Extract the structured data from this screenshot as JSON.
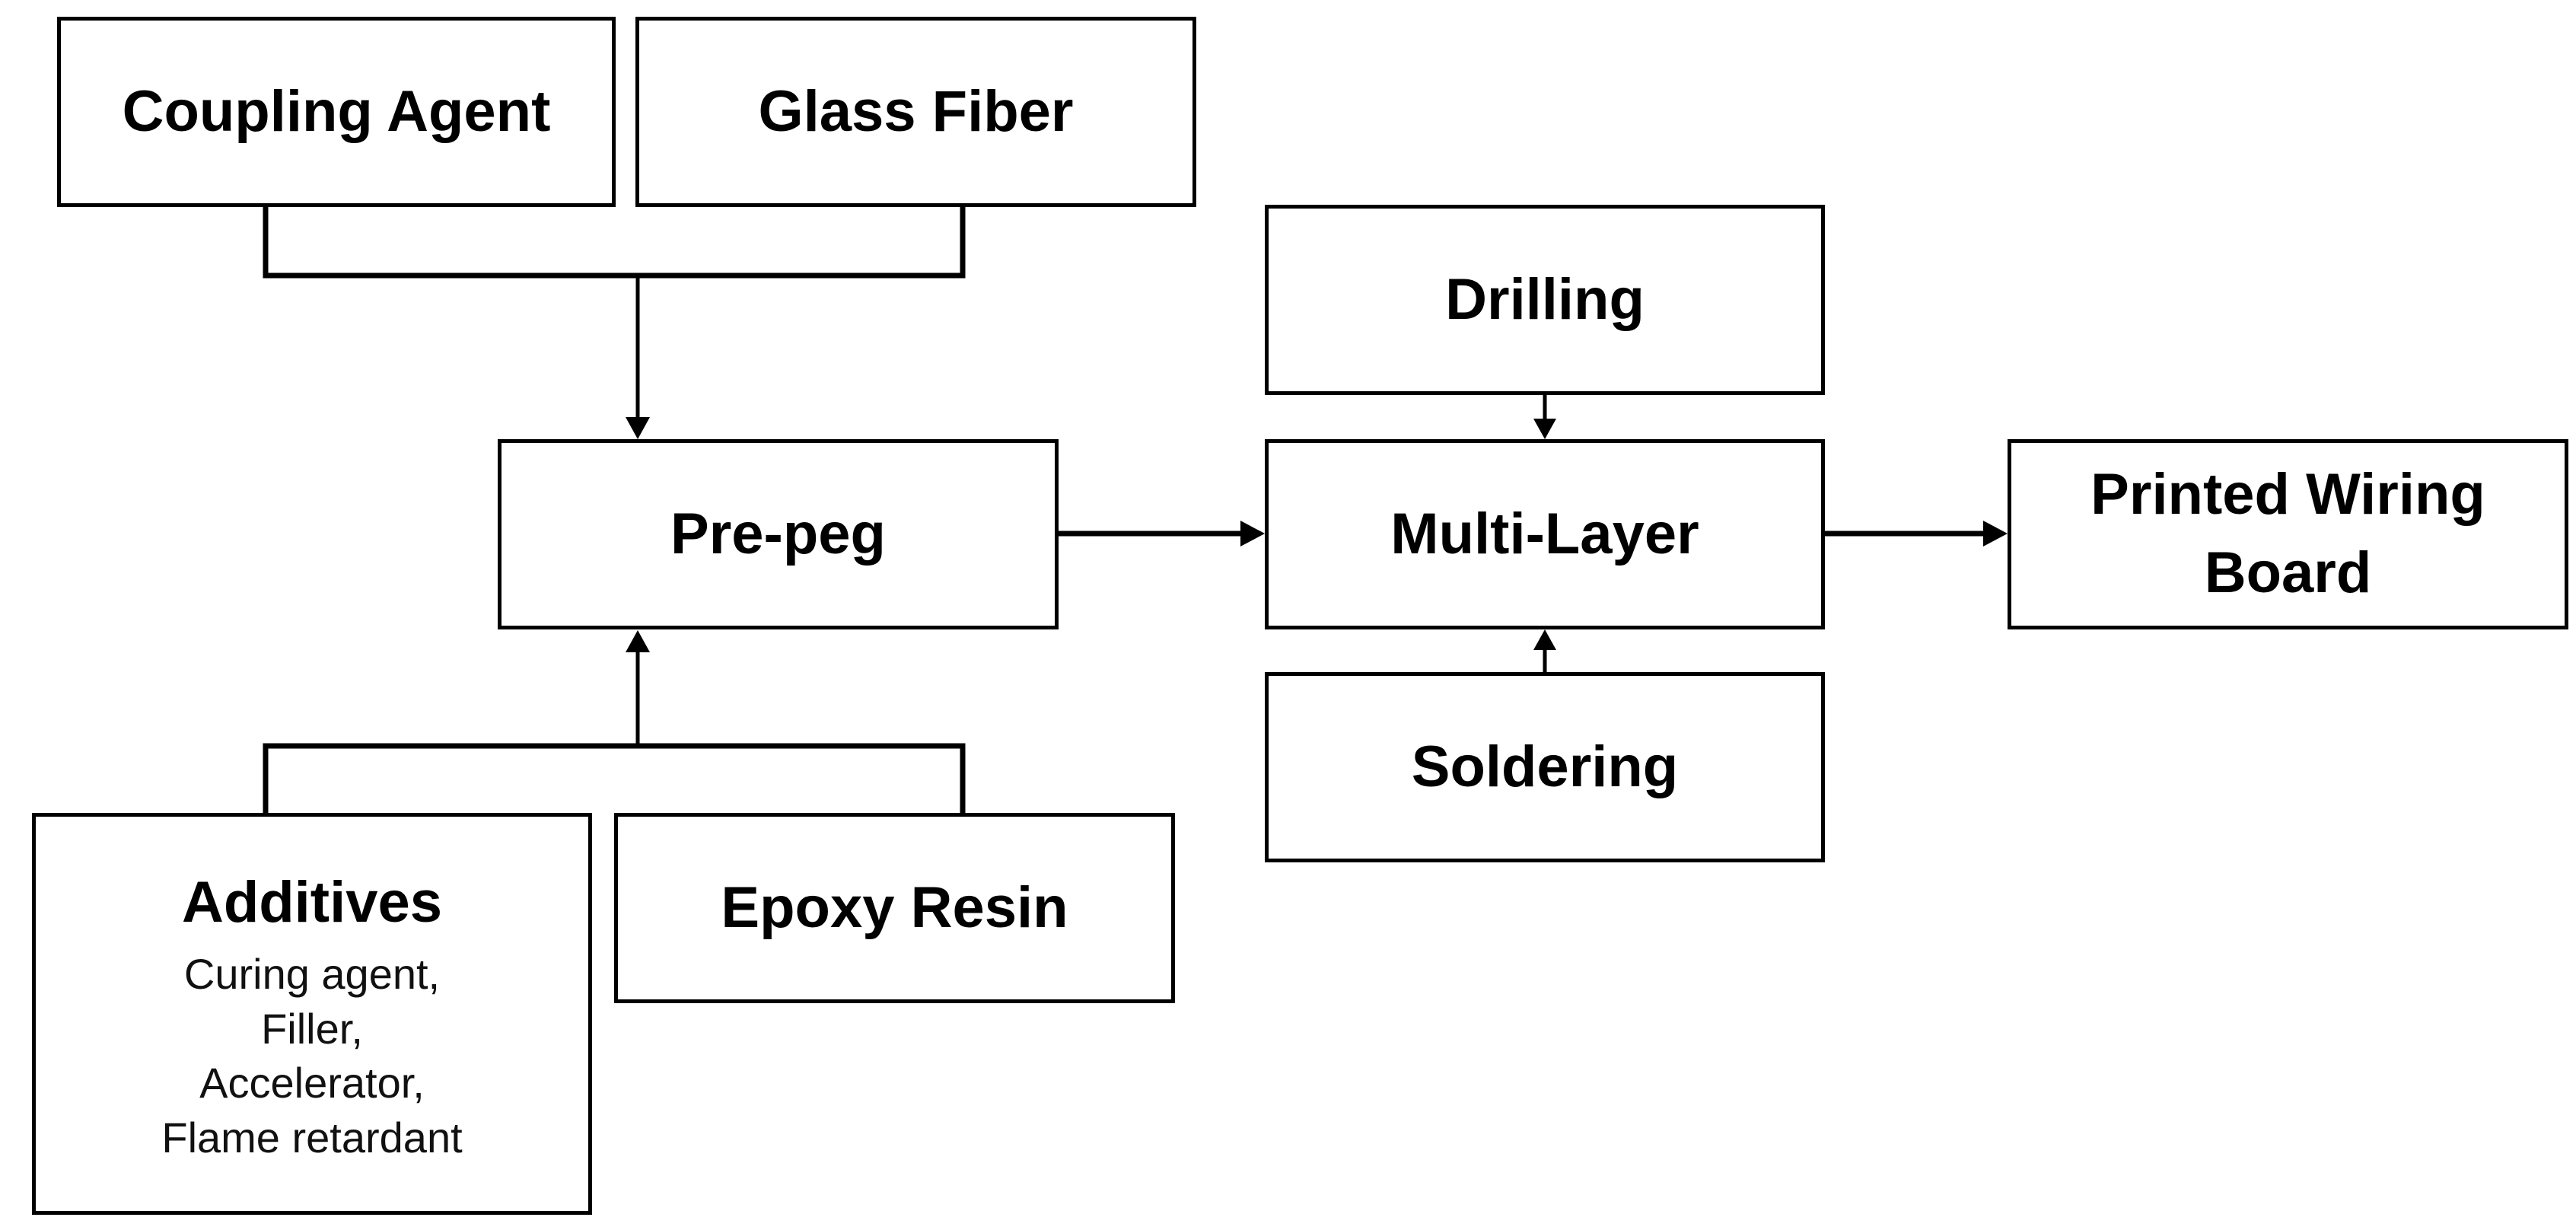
{
  "diagram": {
    "nodes": {
      "coupling_agent": {
        "label": "Coupling Agent"
      },
      "glass_fiber": {
        "label": "Glass Fiber"
      },
      "prepeg": {
        "label": "Pre-peg"
      },
      "drilling": {
        "label": "Drilling"
      },
      "multi_layer": {
        "label": "Multi-Layer"
      },
      "pwb": {
        "label_line1": "Printed Wiring",
        "label_line2": "Board"
      },
      "soldering": {
        "label": "Soldering"
      },
      "additives": {
        "label": "Additives",
        "details": [
          "Curing agent,",
          "Filler,",
          "Accelerator,",
          "Flame retardant"
        ]
      },
      "epoxy_resin": {
        "label": "Epoxy Resin"
      }
    },
    "edges": [
      {
        "from": [
          "coupling_agent",
          "glass_fiber"
        ],
        "to": "prepeg"
      },
      {
        "from": [
          "additives",
          "epoxy_resin"
        ],
        "to": "prepeg"
      },
      {
        "from": "prepeg",
        "to": "multi_layer"
      },
      {
        "from": "drilling",
        "to": "multi_layer"
      },
      {
        "from": "soldering",
        "to": "multi_layer"
      },
      {
        "from": "multi_layer",
        "to": "pwb"
      }
    ],
    "colors": {
      "stroke": "#000000",
      "fill": "#ffffff",
      "text": "#000000"
    }
  }
}
